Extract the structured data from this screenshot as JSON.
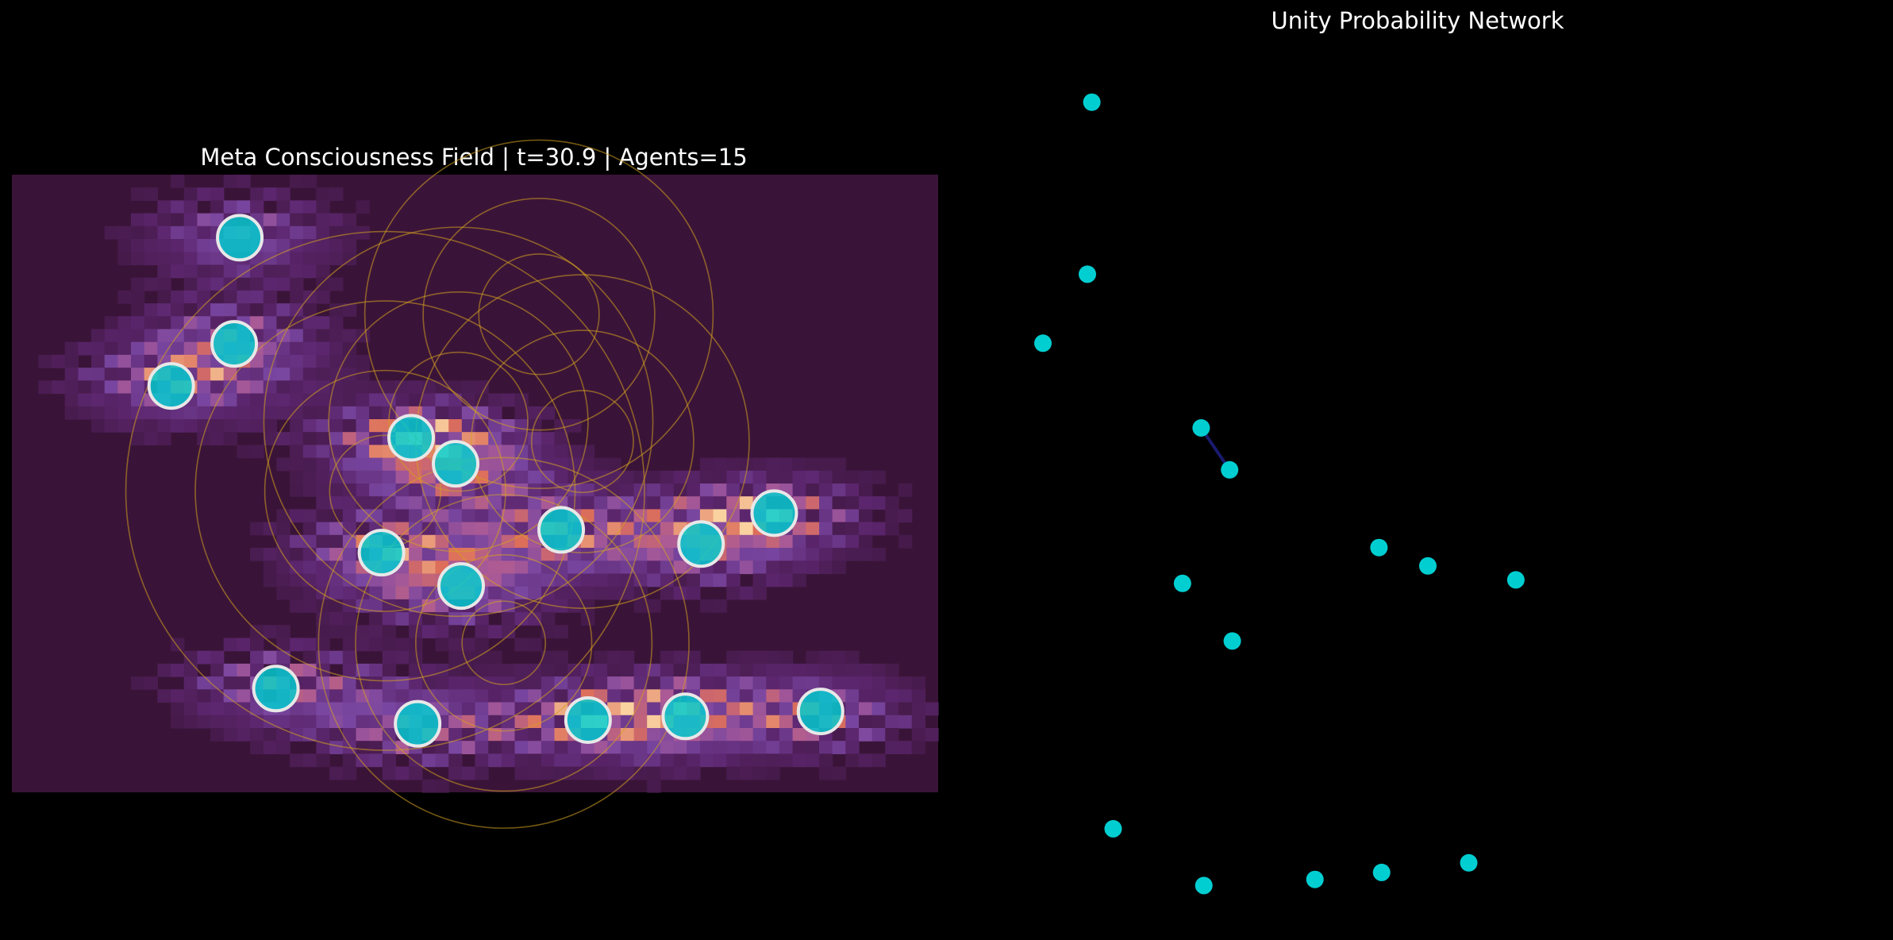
{
  "colors": {
    "background": "#000000",
    "agent_fill": "#00CED1",
    "agent_edge": "#E8E8E8",
    "ring": "#D4A020",
    "field_base": "#3A1438",
    "network_node": "#00CED1",
    "network_edge": "#1A1A6E"
  },
  "chart_data": [
    {
      "type": "heatmap",
      "title": "Meta Consciousness Field | t=30.9 | Agents=15",
      "xlabel": "",
      "ylabel": "",
      "colormap": "magma",
      "grid": false,
      "xlim": [
        0,
        100
      ],
      "ylim": [
        0,
        100
      ],
      "agents": [
        {
          "x": 24.6,
          "y": 89.8
        },
        {
          "x": 24.0,
          "y": 72.6
        },
        {
          "x": 17.2,
          "y": 65.8
        },
        {
          "x": 43.1,
          "y": 57.4
        },
        {
          "x": 47.9,
          "y": 53.2
        },
        {
          "x": 39.9,
          "y": 38.8
        },
        {
          "x": 48.5,
          "y": 33.4
        },
        {
          "x": 59.3,
          "y": 42.5
        },
        {
          "x": 74.4,
          "y": 40.2
        },
        {
          "x": 82.3,
          "y": 45.2
        },
        {
          "x": 28.5,
          "y": 16.8
        },
        {
          "x": 43.8,
          "y": 11.1
        },
        {
          "x": 62.2,
          "y": 11.7
        },
        {
          "x": 72.7,
          "y": 12.3
        },
        {
          "x": 87.3,
          "y": 13.1
        }
      ],
      "resonance_rings": [
        {
          "x": 56.9,
          "y": 77.4,
          "r": [
            6.5,
            12.5,
            18.8
          ]
        },
        {
          "x": 48.2,
          "y": 60.0,
          "r": [
            7.5,
            14.0,
            21.0
          ]
        },
        {
          "x": 40.3,
          "y": 48.8,
          "r": [
            6.0,
            13.0,
            20.5,
            28.0
          ]
        },
        {
          "x": 53.1,
          "y": 24.2,
          "r": [
            4.5,
            9.5,
            16.0,
            20.0
          ]
        },
        {
          "x": 61.6,
          "y": 56.8,
          "r": [
            5.5,
            12.0,
            18.0
          ]
        }
      ]
    },
    {
      "type": "scatter",
      "title": "Unity Probability Network",
      "xlabel": "",
      "ylabel": "",
      "grid": false,
      "xlim": [
        0,
        100
      ],
      "ylim": [
        0,
        100
      ],
      "nodes": [
        {
          "x": 13.0,
          "y": 93.3
        },
        {
          "x": 12.5,
          "y": 73.6
        },
        {
          "x": 7.5,
          "y": 65.7
        },
        {
          "x": 25.3,
          "y": 56.0
        },
        {
          "x": 28.5,
          "y": 51.2
        },
        {
          "x": 45.3,
          "y": 42.3
        },
        {
          "x": 60.7,
          "y": 38.6
        },
        {
          "x": 50.8,
          "y": 40.2
        },
        {
          "x": 23.2,
          "y": 38.2
        },
        {
          "x": 28.8,
          "y": 31.6
        },
        {
          "x": 15.4,
          "y": 10.1
        },
        {
          "x": 25.6,
          "y": 3.6
        },
        {
          "x": 38.1,
          "y": 4.3
        },
        {
          "x": 45.6,
          "y": 5.1
        },
        {
          "x": 55.4,
          "y": 6.2
        }
      ],
      "edges": [
        [
          3,
          4
        ]
      ]
    }
  ]
}
